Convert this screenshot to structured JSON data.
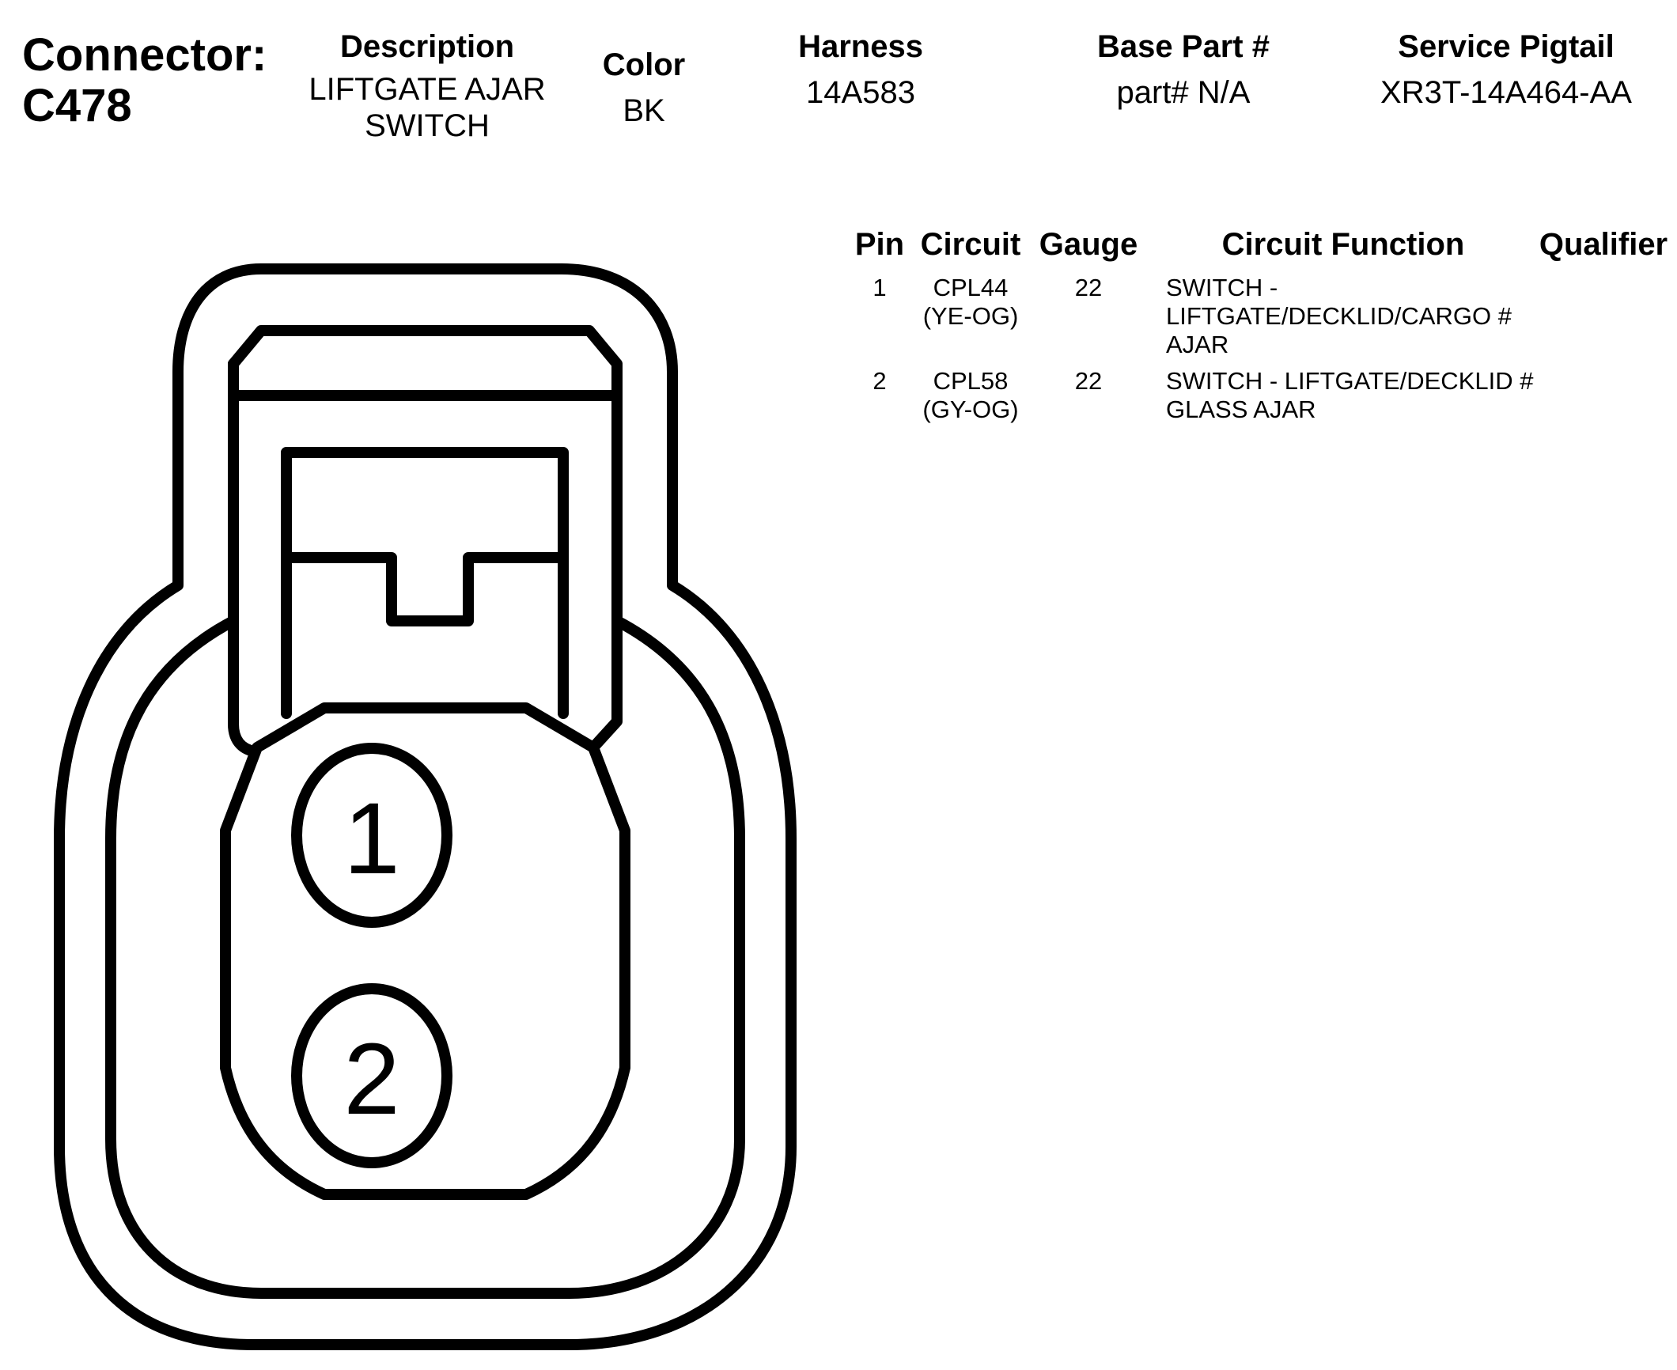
{
  "connector": {
    "label": "Connector:",
    "id": "C478"
  },
  "header": {
    "description": {
      "label": "Description",
      "value": "LIFTGATE AJAR SWITCH"
    },
    "color": {
      "label": "Color",
      "value": "BK"
    },
    "harness": {
      "label": "Harness",
      "value": "14A583"
    },
    "base_part": {
      "label": "Base Part #",
      "value": "part# N/A"
    },
    "service_pigtail": {
      "label": "Service Pigtail",
      "value": "XR3T-14A464-AA"
    }
  },
  "pin_table": {
    "columns": [
      "Pin",
      "Circuit",
      "Gauge",
      "Circuit Function",
      "Qualifier"
    ],
    "rows": [
      {
        "pin": "1",
        "circuit": "CPL44",
        "circuit_color": "(YE-OG)",
        "gauge": "22",
        "function": "SWITCH - LIFTGATE/DECKLID/CARGO # AJAR",
        "qualifier": ""
      },
      {
        "pin": "2",
        "circuit": "CPL58",
        "circuit_color": "(GY-OG)",
        "gauge": "22",
        "function": "SWITCH - LIFTGATE/DECKLID # GLASS AJAR",
        "qualifier": ""
      }
    ]
  },
  "diagram": {
    "pins": [
      "1",
      "2"
    ],
    "line_color": "#000000"
  }
}
